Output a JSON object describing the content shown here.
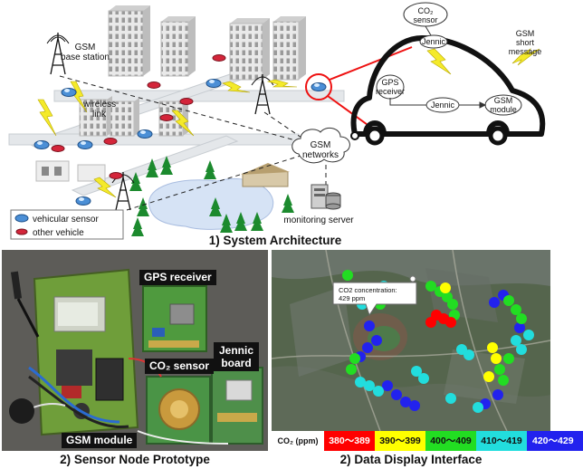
{
  "architecture": {
    "labels": {
      "gsm_base_station": [
        "GSM",
        "base station"
      ],
      "wireless_link": [
        "wireless",
        "link"
      ],
      "gsm_networks": [
        "GSM",
        "networks"
      ],
      "monitoring_server": "monitoring server",
      "co2_sensor": [
        "CO₂",
        "sensor"
      ],
      "jennic_top": "Jennic",
      "gsm_short_message": [
        "GSM",
        "short",
        "message"
      ],
      "gps_receiver": [
        "GPS",
        "receiver"
      ],
      "jennic_mid": "Jennic",
      "gsm_module": [
        "GSM",
        "module"
      ]
    },
    "legend": {
      "vehicular_sensor": "vehicular sensor",
      "other_vehicle": "other vehicle"
    },
    "caption": "1) System Architecture"
  },
  "prototype": {
    "labels": {
      "gps_receiver": "GPS receiver",
      "co2_sensor": "CO₂ sensor",
      "jennic_board": [
        "Jennic",
        "board"
      ],
      "gsm_module": "GSM module"
    },
    "caption": "2) Sensor Node Prototype"
  },
  "display": {
    "popup": [
      "CO2 concentration:",
      "429 ppm"
    ],
    "legend_title": "CO₂ (ppm)",
    "legend": [
      {
        "label": "380～389",
        "color": "#ff0000",
        "text_color": "#ffffff"
      },
      {
        "label": "390～399",
        "color": "#ffff00",
        "text_color": "#111111"
      },
      {
        "label": "400～409",
        "color": "#22dd22",
        "text_color": "#111111"
      },
      {
        "label": "410～419",
        "color": "#22dddd",
        "text_color": "#111111"
      },
      {
        "label": "420～429",
        "color": "#2222ee",
        "text_color": "#ffffff"
      }
    ],
    "caption": "2) Data Display Interface"
  }
}
